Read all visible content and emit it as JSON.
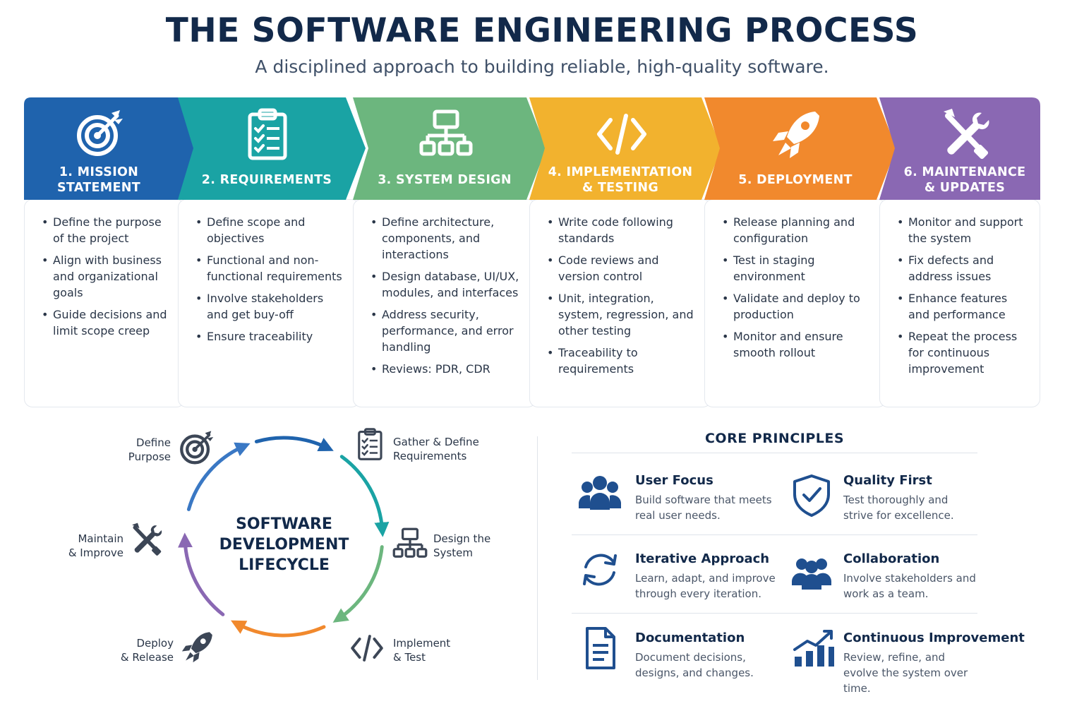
{
  "header": {
    "title": "THE SOFTWARE ENGINEERING PROCESS",
    "subtitle": "A disciplined approach to building reliable, high-quality software."
  },
  "stages": [
    {
      "label": "1. MISSION\nSTATEMENT",
      "color": "#1f63ad",
      "icon": "target-icon",
      "bullets": [
        "Define the purpose of the project",
        "Align with business and organizational goals",
        "Guide decisions and limit scope creep"
      ]
    },
    {
      "label": "2. REQUIREMENTS",
      "color": "#1aa3a4",
      "icon": "clipboard-checklist-icon",
      "bullets": [
        "Define scope and objectives",
        "Functional and non-functional requirements",
        "Involve stakeholders and get buy-off",
        "Ensure traceability"
      ]
    },
    {
      "label": "3. SYSTEM DESIGN",
      "color": "#6cb67e",
      "icon": "hierarchy-diagram-icon",
      "bullets": [
        "Define architecture, components, and interactions",
        "Design database, UI/UX, modules, and interfaces",
        "Address security, performance, and error handling",
        "Reviews: PDR, CDR"
      ]
    },
    {
      "label": "4. IMPLEMENTATION\n& TESTING",
      "color": "#f2b22e",
      "icon": "code-brackets-icon",
      "bullets": [
        "Write code following standards",
        "Code reviews and version control",
        "Unit, integration, system, regression, and other testing",
        "Traceability to requirements"
      ]
    },
    {
      "label": "5. DEPLOYMENT",
      "color": "#f1892d",
      "icon": "rocket-icon",
      "bullets": [
        "Release planning and configuration",
        "Test in staging environment",
        "Validate and deploy to production",
        "Monitor and ensure smooth rollout"
      ]
    },
    {
      "label": "6. MAINTENANCE\n& UPDATES",
      "color": "#8a68b3",
      "icon": "wrench-screwdriver-icon",
      "bullets": [
        "Monitor and support the system",
        "Fix defects and address issues",
        "Enhance features and performance",
        "Repeat the process for continuous improvement"
      ]
    }
  ],
  "cycle": {
    "center": "SOFTWARE\nDEVELOPMENT\nLIFECYCLE",
    "steps": [
      {
        "label": "Define\nPurpose",
        "icon": "target-icon"
      },
      {
        "label": "Gather & Define\nRequirements",
        "icon": "clipboard-checklist-icon"
      },
      {
        "label": "Design the\nSystem",
        "icon": "hierarchy-diagram-icon"
      },
      {
        "label": "Implement\n& Test",
        "icon": "code-brackets-icon"
      },
      {
        "label": "Deploy\n& Release",
        "icon": "rocket-icon"
      },
      {
        "label": "Maintain\n& Improve",
        "icon": "wrench-screwdriver-icon"
      }
    ],
    "arrow_colors": [
      "#1f63ad",
      "#1aa3a4",
      "#6cb67e",
      "#f1892d",
      "#8a68b3",
      "#3a78c4"
    ]
  },
  "principles": {
    "title": "CORE PRINCIPLES",
    "items": [
      {
        "title": "User Focus",
        "desc": "Build software that meets real user needs.",
        "icon": "users-group-icon"
      },
      {
        "title": "Quality First",
        "desc": "Test thoroughly and strive for excellence.",
        "icon": "shield-check-icon"
      },
      {
        "title": "Iterative Approach",
        "desc": "Learn, adapt, and improve through every iteration.",
        "icon": "refresh-cycle-icon"
      },
      {
        "title": "Collaboration",
        "desc": "Involve stakeholders and work as a team.",
        "icon": "team-icon"
      },
      {
        "title": "Documentation",
        "desc": "Document decisions, designs, and changes.",
        "icon": "document-icon"
      },
      {
        "title": "Continuous Improvement",
        "desc": "Review, refine, and evolve the system over time.",
        "icon": "growth-chart-icon"
      }
    ]
  }
}
